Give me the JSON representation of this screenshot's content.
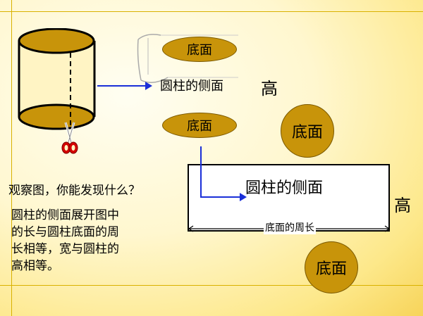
{
  "labels": {
    "base_top": "底面",
    "side_label": "圆柱的侧面",
    "height_top": "高",
    "base_mid": "底面",
    "base_circle_top": "底面",
    "question": "观察图，你能发现什么？",
    "rect_label": "圆柱的侧面",
    "perimeter_label": "底面的周长",
    "height_right": "高",
    "base_circle_bottom": "底面"
  },
  "conclusion_lines": [
    "圆柱的侧面展开图中",
    "的长与圆柱底面的周",
    "长相等，宽与圆柱的",
    "高相等。"
  ],
  "colors": {
    "base_fill": "#c8940a",
    "arrow_blue": "#1a2fd8",
    "background_yellow": "#fde88a"
  },
  "icons": [
    "cylinder-drawing",
    "scissors-icon",
    "unrolled-paper-drawing"
  ]
}
